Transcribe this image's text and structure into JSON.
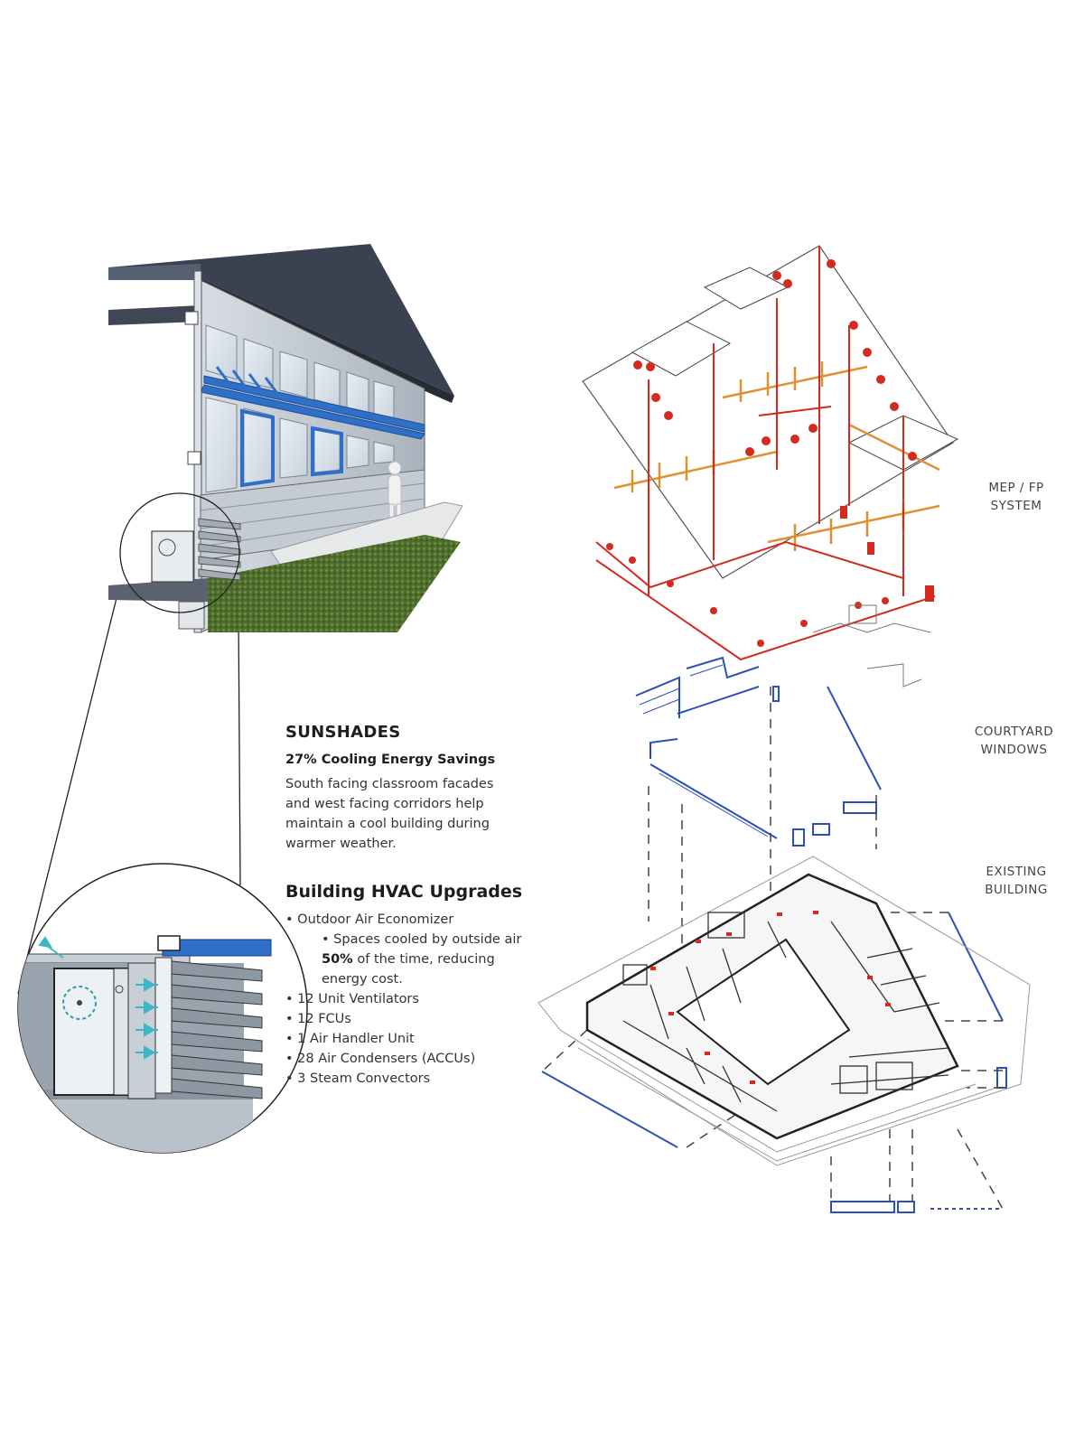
{
  "sunshades": {
    "title": "SUNSHADES",
    "subtitle": "27% Cooling Energy Savings",
    "body": [
      "South facing classroom facades",
      "and west facing corridors help",
      "maintain a cool building during",
      "warmer weather."
    ]
  },
  "hvac": {
    "title": "Building HVAC Upgrades",
    "item1": "• Outdoor Air Economizer",
    "sub1": "• Spaces cooled by outside air",
    "sub2_bold": "50%",
    "sub2_rest": " of the time, reducing",
    "sub3": "energy cost.",
    "items": [
      "• 12 Unit Ventilators",
      "• 12 FCUs",
      "• 1 Air Handler Unit",
      "• 28 Air Condensers (ACCUs)",
      "• 3 Steam Convectors"
    ]
  },
  "labels": {
    "mep_line1": "MEP / FP",
    "mep_line2": "SYSTEM",
    "courtyard_line1": "COURTYARD",
    "courtyard_line2": "WINDOWS",
    "existing_line1": "EXISTING",
    "existing_line2": "BUILDING"
  },
  "colors": {
    "roof": "#3a4150",
    "facade_blue": "#2f6fc7",
    "grass": "#5b7a34",
    "mep_red": "#d42a1f",
    "mep_orange": "#e0902f",
    "window_blue": "#2b50b8",
    "plan_line": "#222222",
    "cool_air": "#3bb8c8"
  },
  "icons": {
    "airflow": "airflow-arrow-icon",
    "fan": "fan-icon"
  }
}
